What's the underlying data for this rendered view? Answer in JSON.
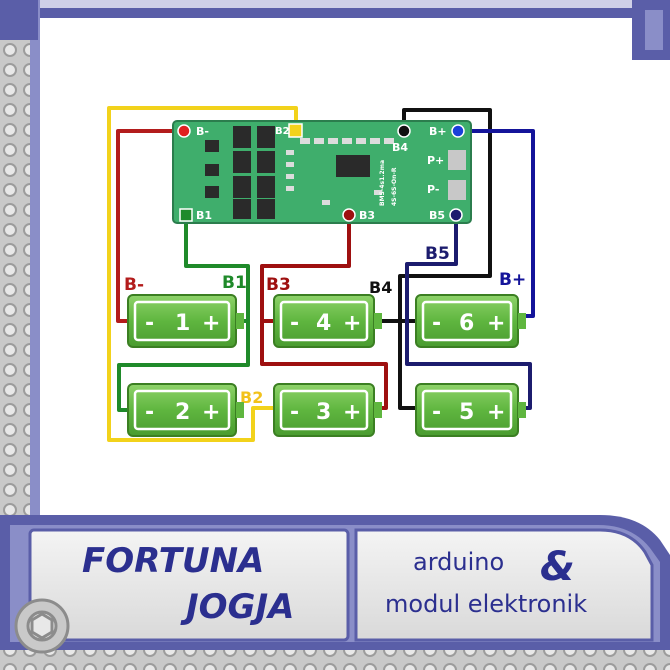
{
  "pcb": {
    "pins": [
      "B-",
      "B2",
      "B1",
      "B3",
      "B4",
      "B+",
      "P+",
      "P-",
      "B5"
    ],
    "silkscreen": [
      "BMS-4s1.2ma",
      "4S-6S-On-R"
    ]
  },
  "wire_labels": {
    "bminus": "B-",
    "b1": "B1",
    "b2": "B2",
    "b3": "B3",
    "b4": "B4",
    "b5": "B5",
    "bplus": "B+"
  },
  "cells": [
    {
      "minus": "-",
      "num": "1",
      "plus": "+"
    },
    {
      "minus": "-",
      "num": "4",
      "plus": "+"
    },
    {
      "minus": "-",
      "num": "6",
      "plus": "+"
    },
    {
      "minus": "-",
      "num": "2",
      "plus": "+"
    },
    {
      "minus": "-",
      "num": "3",
      "plus": "+"
    },
    {
      "minus": "-",
      "num": "5",
      "plus": "+"
    }
  ],
  "banner": {
    "brand_line1": "FORTUNA",
    "brand_line2": "JOGJA",
    "tag_line1": "arduino",
    "tag_amp": "&",
    "tag_line2": "modul elektronik"
  },
  "colors": {
    "wire_red": "#b31c1c",
    "wire_yellow": "#f2d21b",
    "wire_green": "#1f8a2a",
    "wire_black": "#111111",
    "wire_blue": "#14149a",
    "cell_green": "#6cc04a",
    "pcb_green": "#3fae6c",
    "frame_purple": "#5a5ea8"
  }
}
